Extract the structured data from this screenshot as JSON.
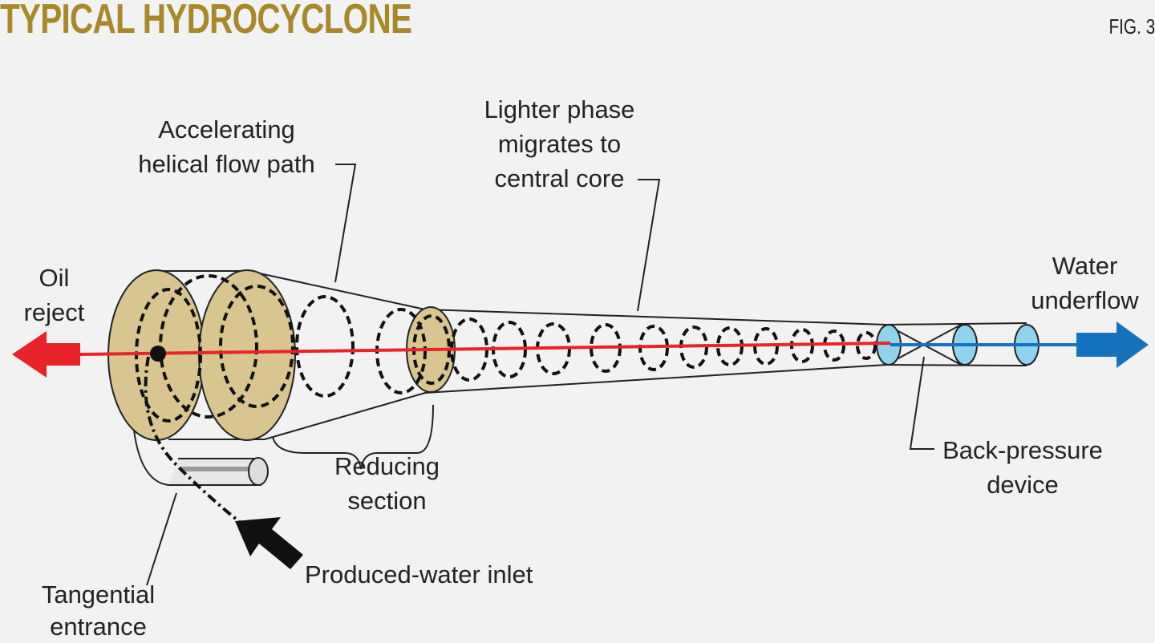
{
  "header": {
    "title": "TYPICAL HYDROCYCLONE",
    "figure_number": "FIG. 3"
  },
  "colors": {
    "title": "#a8882a",
    "tan": "#d9c58f",
    "oil_arrow": "#e8232a",
    "water_arrow": "#1572bf",
    "water_disc": "#8fd3ee",
    "outline": "#222222"
  },
  "labels": {
    "accelerating_line1": "Accelerating",
    "accelerating_line2": "helical flow path",
    "lighter_line1": "Lighter phase",
    "lighter_line2": "migrates to",
    "lighter_line3": "central core",
    "oil_line1": "Oil",
    "oil_line2": "reject",
    "water_line1": "Water",
    "water_line2": "underflow",
    "reducing_line1": "Reducing",
    "reducing_line2": "section",
    "backpressure_line1": "Back-pressure",
    "backpressure_line2": "device",
    "inlet": "Produced-water inlet",
    "tangential_line1": "Tangential",
    "tangential_line2": "entrance"
  }
}
